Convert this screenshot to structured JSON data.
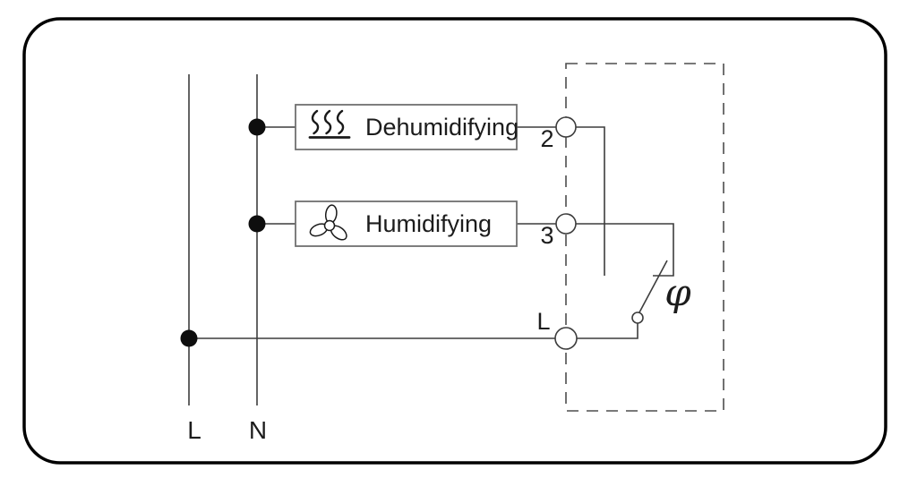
{
  "diagram": {
    "kind": "wiring-diagram",
    "supply": {
      "line_label": "L",
      "neutral_label": "N"
    },
    "loads": {
      "dehumidifying": {
        "label": "Dehumidifying",
        "icon": "heat-waves-icon",
        "terminal": "2"
      },
      "humidifying": {
        "label": "Humidifying",
        "icon": "fan-icon",
        "terminal": "3"
      }
    },
    "device": {
      "live_terminal_label": "L",
      "switch_symbol": "φ"
    },
    "colors": {
      "background": "#ffffff",
      "outer_border": "#000000",
      "wire": "#3d3d3d",
      "box_stroke": "#707070",
      "dashed_boundary": "#4d4d4d",
      "junction_dot": "#0e0e0e",
      "text": "#1c1c1c"
    }
  }
}
